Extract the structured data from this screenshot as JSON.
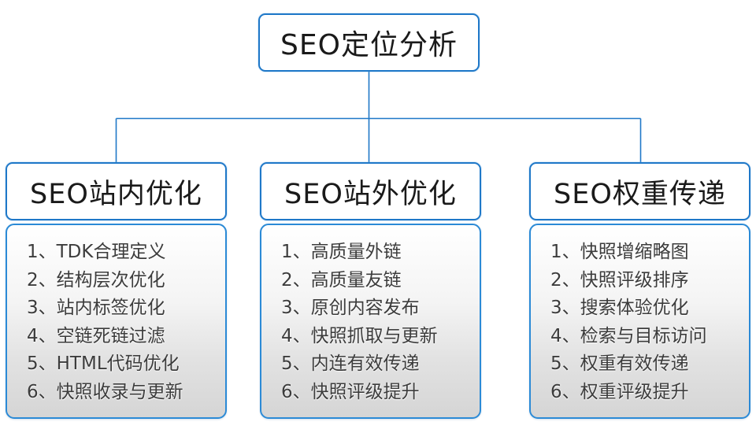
{
  "diagram": {
    "title": "SEO定位分析",
    "root": {
      "label": "SEO定位分析"
    },
    "columns": [
      {
        "header": "SEO站内优化",
        "items": [
          "1、TDK合理定义",
          "2、结构层次优化",
          "3、站内标签优化",
          "4、空链死链过滤",
          "5、HTML代码优化",
          "6、快照收录与更新"
        ]
      },
      {
        "header": "SEO站外优化",
        "items": [
          "1、高质量外链",
          "2、高质量友链",
          "3、原创内容发布",
          "4、快照抓取与更新",
          "5、内连有效传递",
          "6、快照评级提升"
        ]
      },
      {
        "header": "SEO权重传递",
        "items": [
          "1、快照增缩略图",
          "2、快照评级排序",
          "3、搜索体验优化",
          "4、检索与目标访问",
          "5、权重有效传递",
          "6、权重评级提升"
        ]
      }
    ],
    "colors": {
      "node_border": "#1f78c8",
      "list_border": "#2b8ad6",
      "connector": "#1f78c8",
      "node_background": "#ffffff",
      "list_background_top": "#ffffff",
      "list_background_bottom": "#d5d5d5",
      "heading_text": "#1a1a1a",
      "list_text": "#3c3c3c",
      "page_background": "#ffffff"
    }
  }
}
